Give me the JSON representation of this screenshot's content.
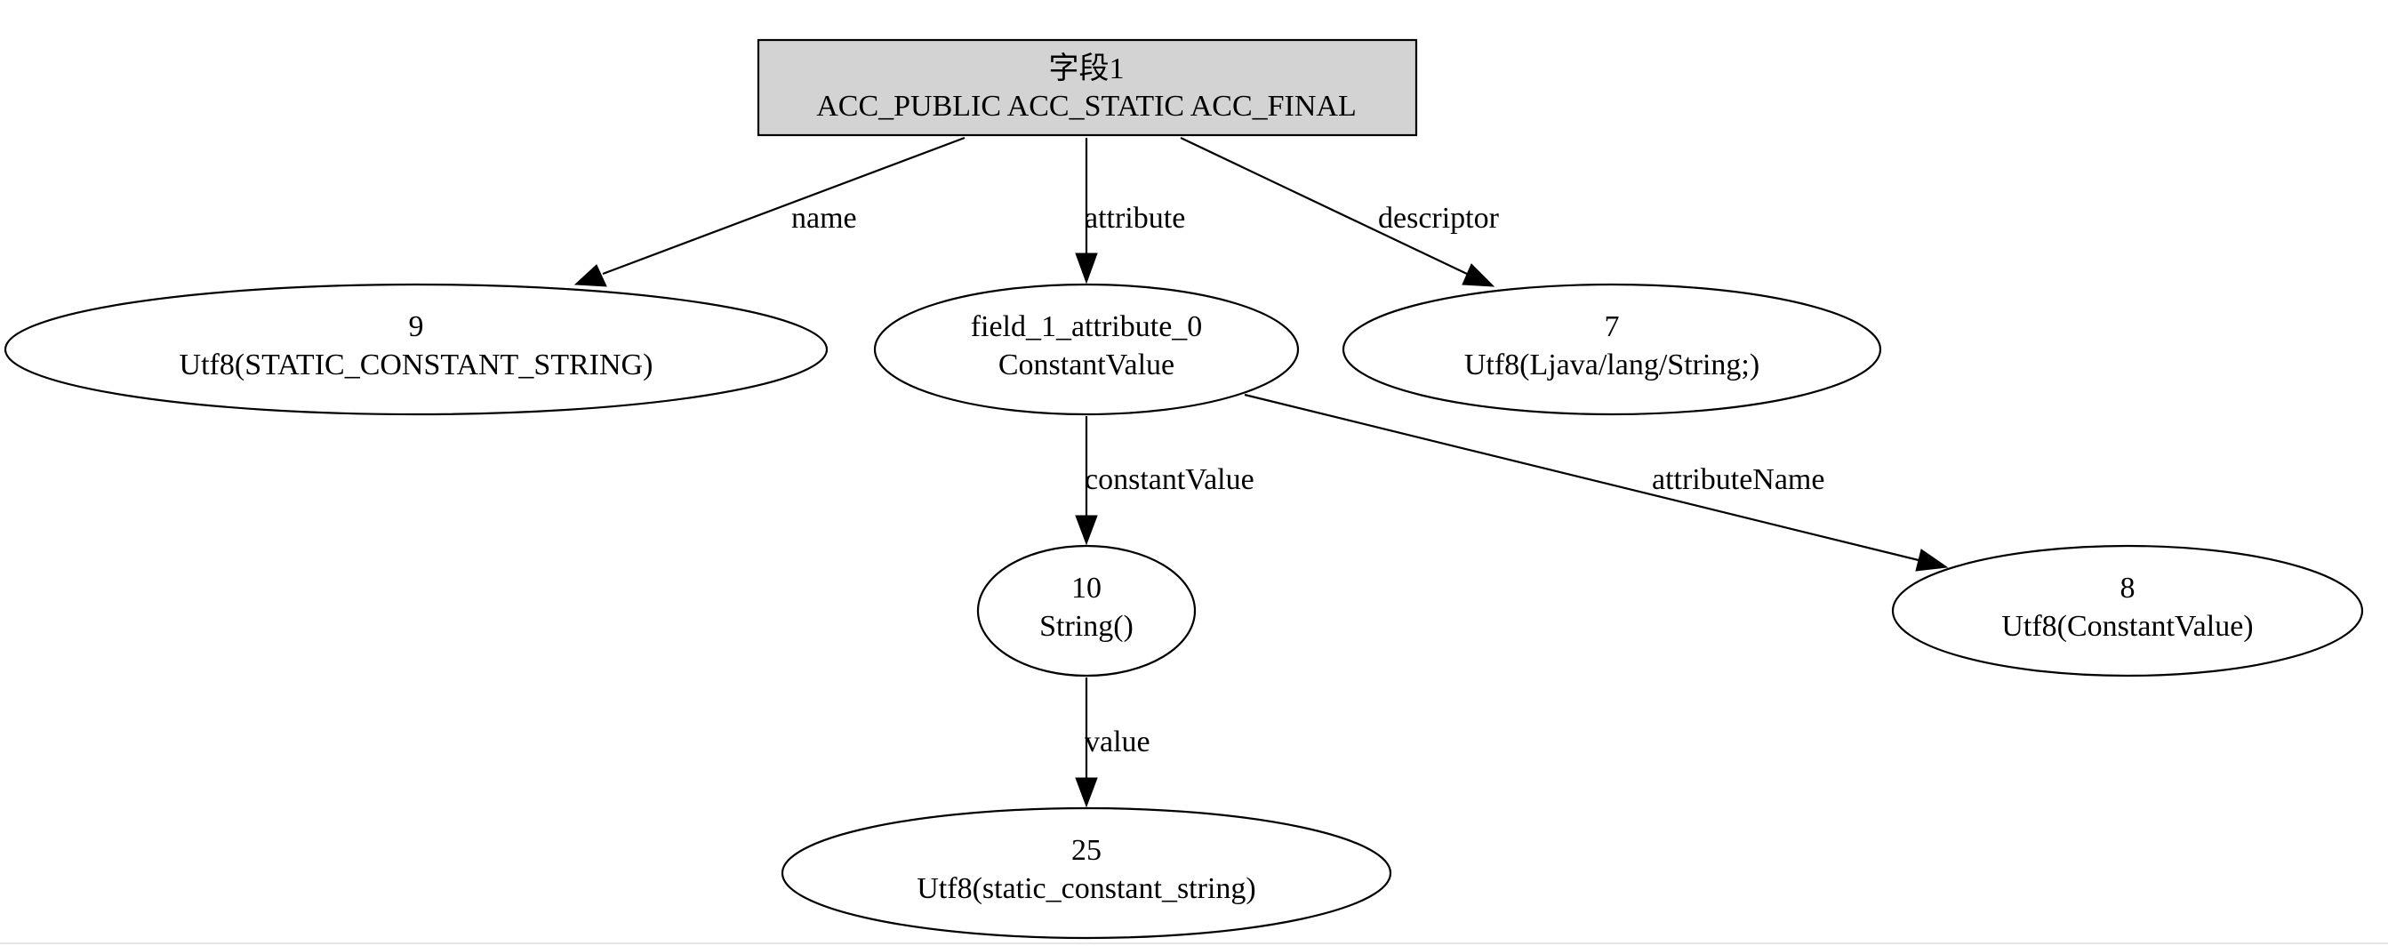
{
  "colors": {
    "root_fill": "#d3d3d3",
    "node_fill": "#ffffff",
    "stroke": "#000000"
  },
  "nodes": {
    "field": {
      "line1": "字段1",
      "line2": "ACC_PUBLIC ACC_STATIC ACC_FINAL"
    },
    "n9": {
      "line1": "9",
      "line2": "Utf8(STATIC_CONSTANT_STRING)"
    },
    "attr": {
      "line1": "field_1_attribute_0",
      "line2": "ConstantValue"
    },
    "n7": {
      "line1": "7",
      "line2": "Utf8(Ljava/lang/String;)"
    },
    "n10": {
      "line1": "10",
      "line2": "String()"
    },
    "n8": {
      "line1": "8",
      "line2": "Utf8(ConstantValue)"
    },
    "n25": {
      "line1": "25",
      "line2": "Utf8(static_constant_string)"
    }
  },
  "edges": {
    "name": "name",
    "attribute": "attribute",
    "descriptor": "descriptor",
    "constantValue": "constantValue",
    "attributeName": "attributeName",
    "value": "value"
  }
}
